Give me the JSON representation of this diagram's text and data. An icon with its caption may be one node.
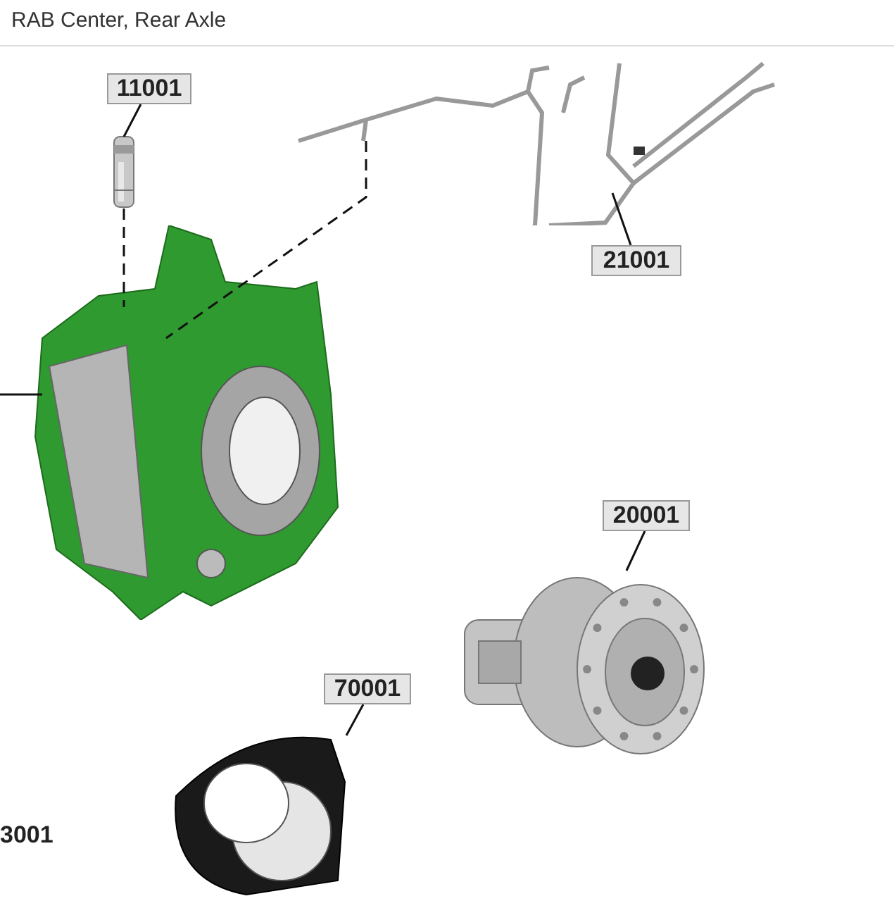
{
  "diagram": {
    "title": "RAB Center, Rear Axle",
    "nodes": [
      {
        "text": [
          "11001"
        ]
      },
      {
        "text": [],
        "shape": "picture"
      },
      {
        "text": [
          "21001"
        ]
      },
      {
        "text": [],
        "shape": "picture"
      },
      {
        "text": [],
        "shape": "picture"
      },
      {
        "text": [
          "20001"
        ]
      },
      {
        "text": [],
        "shape": "picture"
      },
      {
        "text": [
          "70001"
        ]
      },
      {
        "text": [],
        "shape": "picture"
      }
    ],
    "edges": [
      {
        "from": 0,
        "to": 1,
        "arrow": "none"
      },
      {
        "from": 2,
        "to": 3,
        "arrow": "none"
      },
      {
        "from": 5,
        "to": 6,
        "arrow": "none"
      },
      {
        "from": 7,
        "to": 8,
        "arrow": "none"
      },
      {
        "from": 1,
        "to": 4,
        "arrow": "none",
        "style": "dashed"
      },
      {
        "from": 3,
        "to": 4,
        "arrow": "none",
        "style": "dashed"
      },
      {
        "from": null,
        "to": 4,
        "arrow": "none"
      }
    ],
    "labels": [
      "3001"
    ]
  }
}
